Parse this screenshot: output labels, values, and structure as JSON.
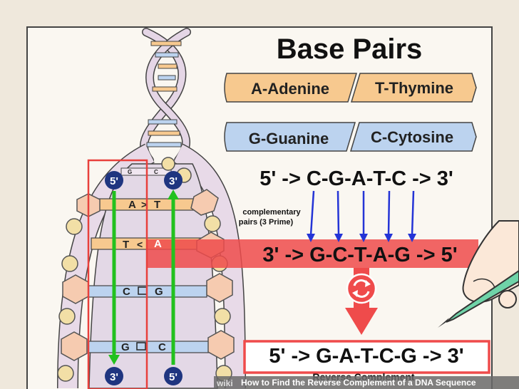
{
  "title": "Base Pairs",
  "pairs": [
    {
      "left": "A-Adenine",
      "right": "T-Thymine",
      "color": "#f7c98f"
    },
    {
      "left": "G-Guanine",
      "right": "C-Cytosine",
      "color": "#bcd3ef"
    }
  ],
  "strand_original": "5' -> C-G-A-T-C -> 3'",
  "complementary_label_line1": "complementary",
  "complementary_label_line2": "pairs (3 Prime)",
  "strand_complement": "3' -> G-C-T-A-G -> 5'",
  "strand_reverse_complement": "5' -> G-A-T-C-G -> 3'",
  "reverse_complement_label": "Reverse Complement",
  "dna_markers": {
    "top_left": "5'",
    "top_right": "3'",
    "bottom_left": "3'",
    "bottom_right": "5'"
  },
  "ladder_rungs": [
    {
      "left": "A",
      "right": "T",
      "color": "#f7c98f"
    },
    {
      "left": "T",
      "right": "A",
      "color": "#f7c98f"
    },
    {
      "left": "C",
      "right": "G",
      "color": "#bcd3ef"
    },
    {
      "left": "G",
      "right": "C",
      "color": "#bcd3ef"
    }
  ],
  "top_rung_letters": {
    "left": "G",
    "right": "C"
  },
  "footer": {
    "brand": "wiki",
    "text": "How to Find the Reverse Complement of a DNA Sequence"
  },
  "colors": {
    "background": "#f6f2ea",
    "highlight_band": "#ef4b4b",
    "arrow_blue": "#2434d6",
    "arrow_green": "#22c11e",
    "marker_navy": "#1f3580",
    "hexagon": "#f6cbb0",
    "circle": "#f2dfa6"
  }
}
